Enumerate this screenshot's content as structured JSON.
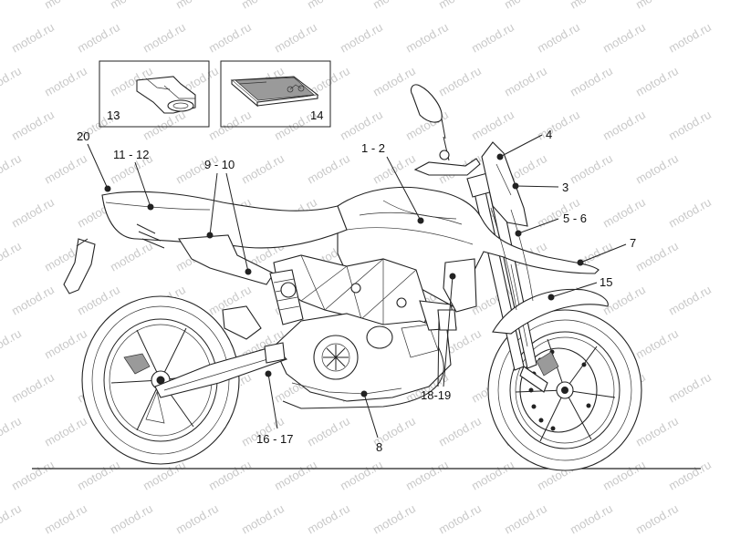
{
  "watermark": "motod.ru",
  "callouts": {
    "c13": "13",
    "c14": "14",
    "c20": "20",
    "c11_12": "11 - 12",
    "c9_10": "9 - 10",
    "c1_2": "1 - 2",
    "c4": "4",
    "c3": "3",
    "c5_6": "5 - 6",
    "c7": "7",
    "c15": "15",
    "c18_19": "18-19",
    "c16_17": "16 - 17",
    "c8": "8"
  }
}
